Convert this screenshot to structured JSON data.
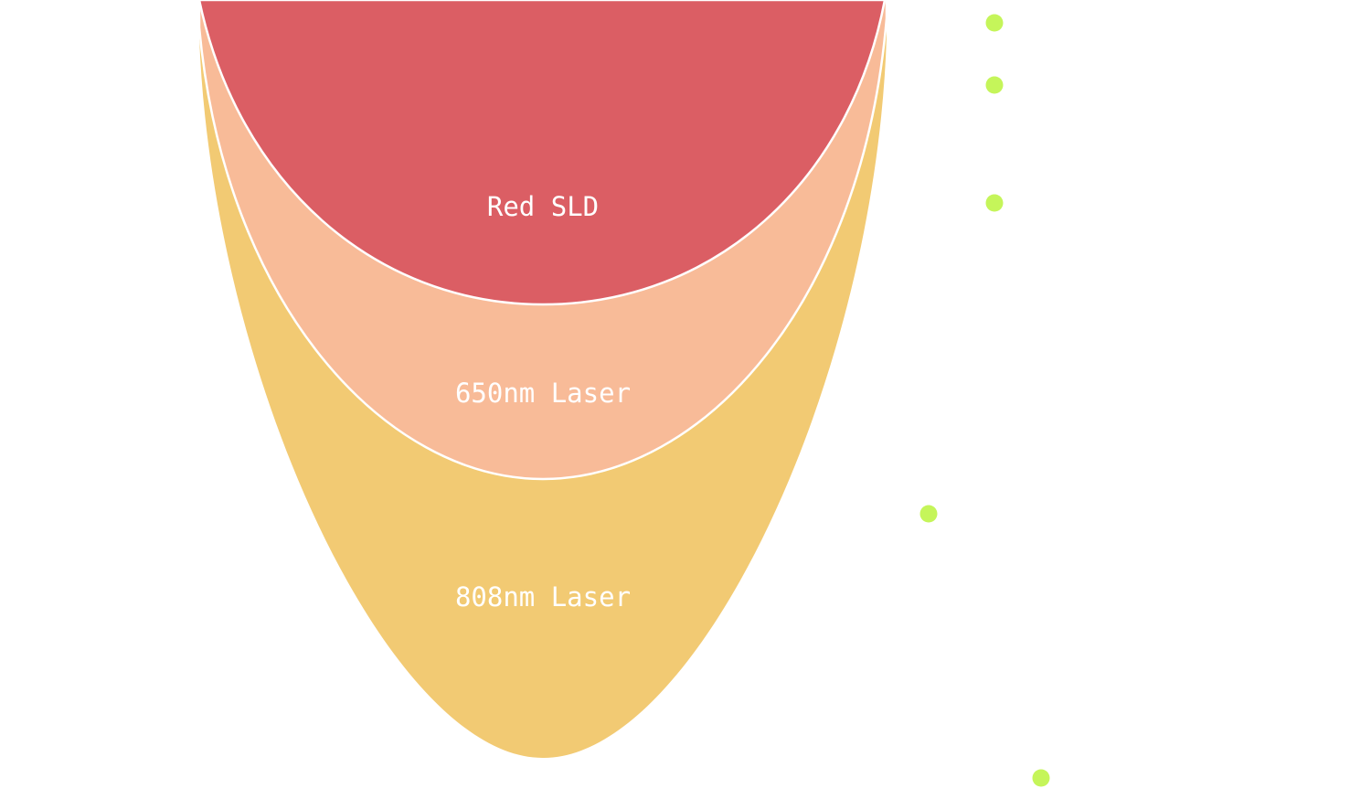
{
  "diagram": {
    "layers": [
      {
        "id": "808nm",
        "label": "808nm Laser",
        "color": "#f2ca73"
      },
      {
        "id": "650nm",
        "label": "650nm Laser",
        "color": "#f8bb98"
      },
      {
        "id": "red-sld",
        "label": "Red SLD",
        "color": "#db5e64"
      }
    ],
    "separator_color": "#ffffff",
    "marker_color": "#c5f55a",
    "marker_count": 5
  }
}
